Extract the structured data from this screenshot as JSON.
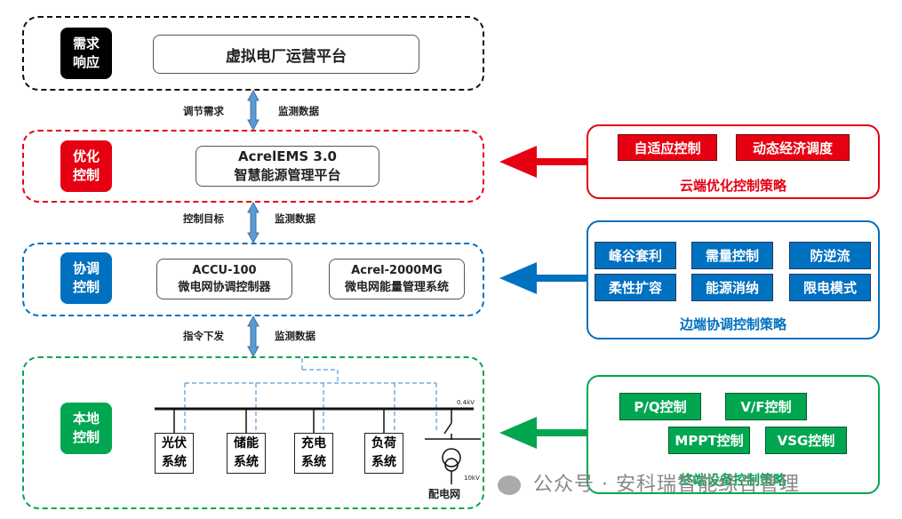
{
  "layers": {
    "demand": {
      "tag": "需求\n响应",
      "platform": "虚拟电厂运营平台"
    },
    "optimize": {
      "tag": "优化\n控制",
      "platform": "AcrelEMS 3.0\n智慧能源管理平台"
    },
    "coordinate": {
      "tag": "协调\n控制",
      "box1": "ACCU-100\n微电网协调控制器",
      "box2": "Acrel-2000MG\n微电网能量管理系统"
    },
    "local": {
      "tag": "本地\n控制"
    }
  },
  "arrows": {
    "a1": {
      "left": "调节需求",
      "right": "监测数据"
    },
    "a2": {
      "left": "控制目标",
      "right": "监测数据"
    },
    "a3": {
      "left": "指令下发",
      "right": "监测数据"
    }
  },
  "local_diagram": {
    "systems": [
      "光伏\n系统",
      "储能\n系统",
      "充电\n系统",
      "负荷\n系统"
    ],
    "bus_voltage": "0.4kV",
    "grid_voltage": "10kV",
    "grid_label": "配电网"
  },
  "cloud_panel": {
    "items": [
      "自适应控制",
      "动态经济调度"
    ],
    "title": "云端优化控制策略"
  },
  "edge_panel": {
    "items": [
      "峰谷套利",
      "需量控制",
      "防逆流",
      "柔性扩容",
      "能源消纳",
      "限电模式"
    ],
    "title": "边端协调控制策略"
  },
  "terminal_panel": {
    "items": [
      "P/Q控制",
      "V/F控制",
      "MPPT控制",
      "VSG控制"
    ],
    "title": "终端设备控制策略"
  },
  "watermark": "公众号 · 安科瑞智能综合管理",
  "colors": {
    "black": "#000000",
    "red": "#e60012",
    "blue": "#0070c0",
    "green": "#00a650",
    "arrow": "#5b9bd5"
  }
}
